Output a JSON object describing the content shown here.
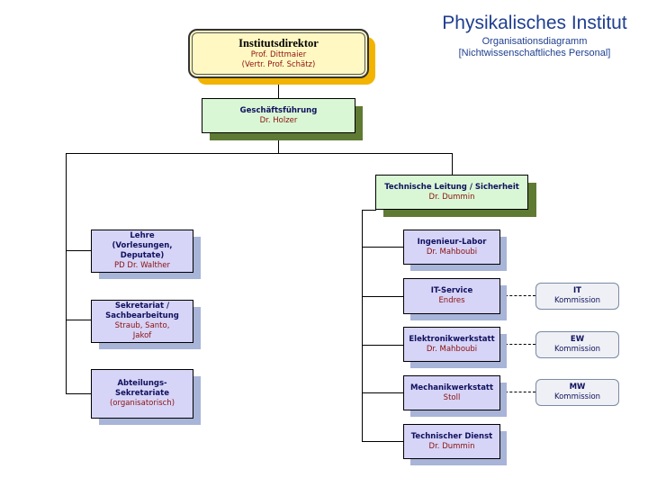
{
  "header": {
    "title": "Physikalisches Institut",
    "subtitle1": "Organisationsdiagramm",
    "subtitle2": "[Nichtwissenschaftliches Personal]"
  },
  "director": {
    "title": "Institutsdirektor",
    "line1": "Prof. Dittmaier",
    "line2": "(Vertr. Prof. Schätz)"
  },
  "management": {
    "title": "Geschäftsführung",
    "name": "Dr. Holzer"
  },
  "technical_lead": {
    "title": "Technische Leitung / Sicherheit",
    "name": "Dr. Dummin"
  },
  "left_units": [
    {
      "title1": "Lehre",
      "title2": "(Vorlesungen, Deputate)",
      "name1": "PD Dr. Walther",
      "name2": ""
    },
    {
      "title1": "Sekretariat /",
      "title2": "Sachbearbeitung",
      "name1": "Straub, Santo,",
      "name2": "Jakof"
    },
    {
      "title1": "Abteilungs-Sekretariate",
      "title2": "",
      "name1": "(organisatorisch)",
      "name2": ""
    }
  ],
  "right_units": [
    {
      "title": "Ingenieur-Labor",
      "name": "Dr. Mahboubi"
    },
    {
      "title": "IT-Service",
      "name": "Endres"
    },
    {
      "title": "Elektronikwerkstatt",
      "name": "Dr. Mahboubi"
    },
    {
      "title": "Mechanikwerkstatt",
      "name": "Stoll"
    },
    {
      "title": "Technischer Dienst",
      "name": "Dr. Dummin"
    }
  ],
  "commissions": [
    {
      "title": "IT",
      "label": "Kommission"
    },
    {
      "title": "EW",
      "label": "Kommission"
    },
    {
      "title": "MW",
      "label": "Kommission"
    }
  ],
  "colors": {
    "title_blue": "#1f3f8f",
    "director_fill": "#fff8c2",
    "director_shadow": "#f2b400",
    "green_fill": "#d9f7d4",
    "olive_shadow": "#5f7a33",
    "lavender_fill": "#d6d4f7",
    "blue_shadow": "#a8b4d8"
  }
}
